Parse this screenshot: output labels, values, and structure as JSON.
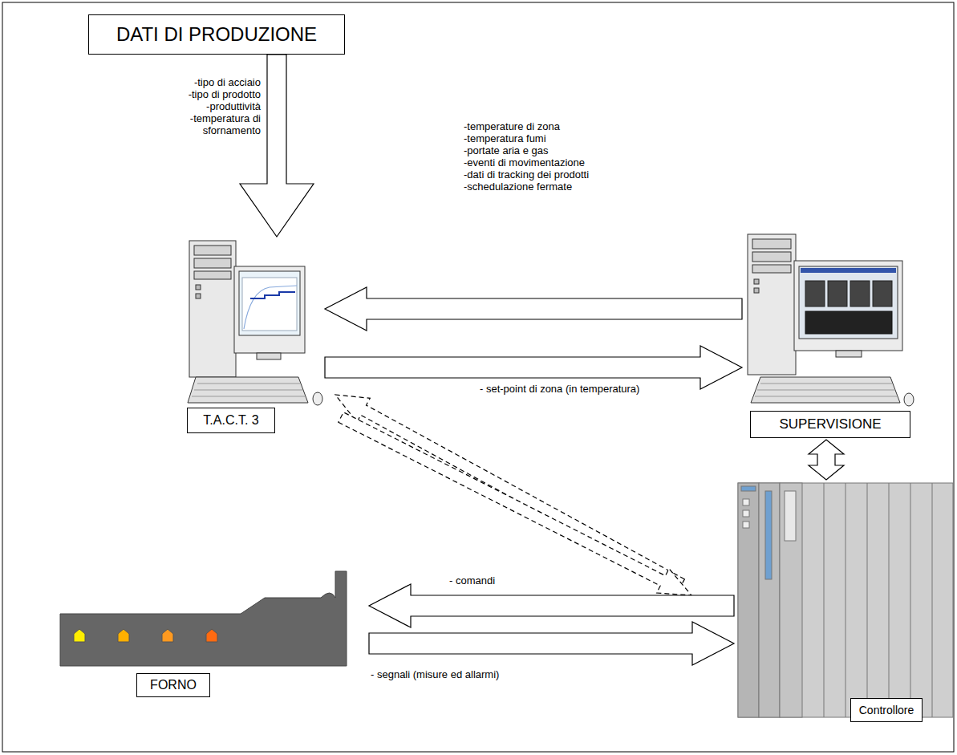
{
  "diagram": {
    "nodes": [
      {
        "text": [
          "DATI DI PRODUZIONE"
        ]
      },
      {
        "text": [
          "T.A.C.T. 3"
        ]
      },
      {
        "text": [
          "SUPERVISIONE"
        ]
      },
      {
        "text": [
          "FORNO"
        ]
      },
      {
        "text": [
          "Controllore"
        ]
      }
    ],
    "edges": [
      {
        "from": 0,
        "to": 1,
        "arrow": "to"
      },
      {
        "from": 2,
        "to": 1,
        "arrow": "to"
      },
      {
        "from": 1,
        "to": 2,
        "label": "- set-point di zona (in temperatura)",
        "arrow": "to"
      },
      {
        "from": 2,
        "to": 4,
        "arrow": "both"
      },
      {
        "from": 4,
        "to": 1,
        "arrow": "to"
      },
      {
        "from": 1,
        "to": 4,
        "arrow": "to"
      },
      {
        "from": 4,
        "to": 3,
        "label": "- comandi",
        "arrow": "to"
      },
      {
        "from": 3,
        "to": 4,
        "label": "- segnali (misure ed allarmi)",
        "arrow": "to"
      }
    ],
    "labels": [
      "-tipo di acciaio",
      "-tipo di prodotto",
      "-produttività",
      "-temperatura di sfornamento",
      "-temperature di zona",
      "-temperatura fumi",
      "-portate aria e gas",
      "-eventi di movimentazione",
      "-dati di tracking dei prodotti",
      "-schedulazione fermate"
    ]
  }
}
